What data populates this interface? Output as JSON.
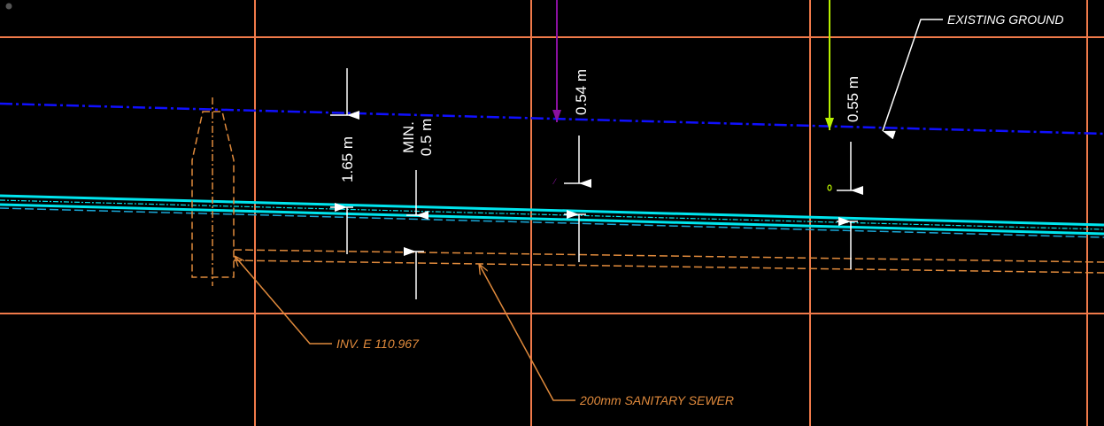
{
  "colors": {
    "background": "#000000",
    "grid": "#f07a4a",
    "ground": "#1010ff",
    "watermain": "#00e5ee",
    "sewer": "#e08a3c",
    "dimension": "#ffffff",
    "purple_marker": "#8a10a0",
    "green_marker": "#b8f000"
  },
  "dimensions": {
    "cover_depth": "1.65 m",
    "min_label": "MIN.",
    "min_value": "0.5 m",
    "mid_depth": "0.54 m",
    "right_depth": "0.55 m"
  },
  "annotations": {
    "existing_ground": "EXISTING GROUND",
    "invert": "INV. E 110.967",
    "sewer": "200mm SANITARY SEWER"
  }
}
